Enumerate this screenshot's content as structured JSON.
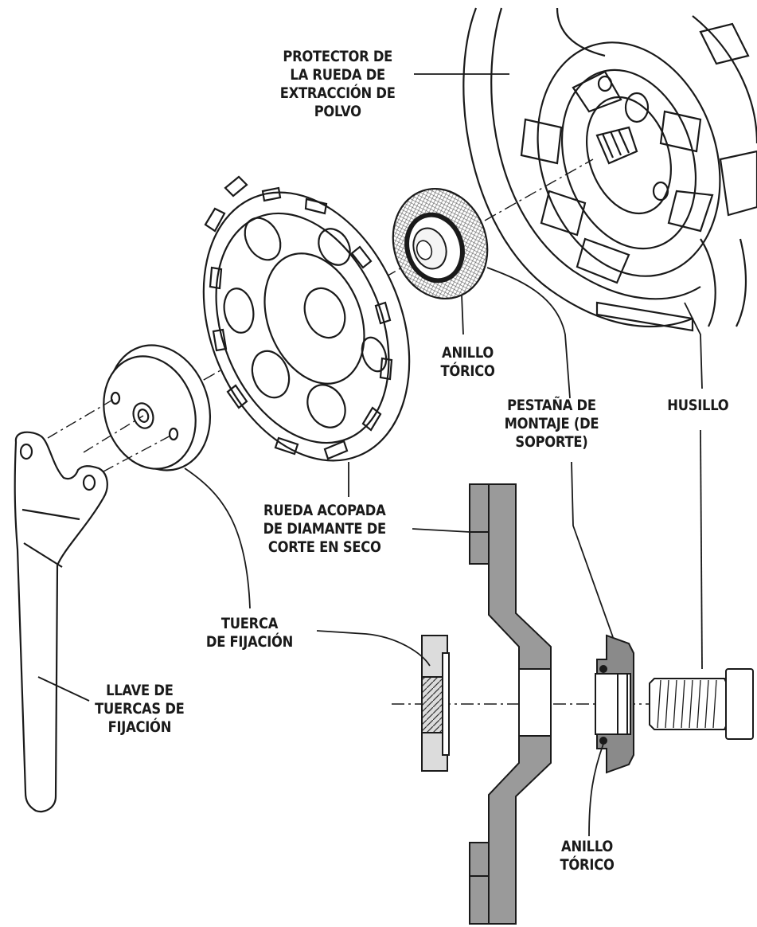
{
  "labels": {
    "guard": [
      "PROTECTOR DE",
      "LA RUEDA DE",
      "EXTRACCIÓN DE",
      "POLVO"
    ],
    "oring_top": [
      "ANILLO",
      "TÓRICO"
    ],
    "flange": [
      "PESTAÑA DE",
      "MONTAJE (DE",
      "SOPORTE)"
    ],
    "spindle": [
      "HUSILLO"
    ],
    "wheel": [
      "RUEDA ACOPADA",
      "DE DIAMANTE DE",
      "CORTE EN SECO"
    ],
    "nut": [
      "TUERCA",
      "DE FIJACIÓN"
    ],
    "wrench": [
      "LLAVE DE",
      "TUERCAS DE",
      "FIJACIÓN"
    ],
    "oring_bottom": [
      "ANILLO",
      "TÓRICO"
    ]
  },
  "colors": {
    "line": "#1a1a1a",
    "section_dark": "#9a9a9a",
    "section_mid": "#8a8a8a",
    "section_light": "#dcdcdc",
    "mesh": "#c8c8c8"
  }
}
